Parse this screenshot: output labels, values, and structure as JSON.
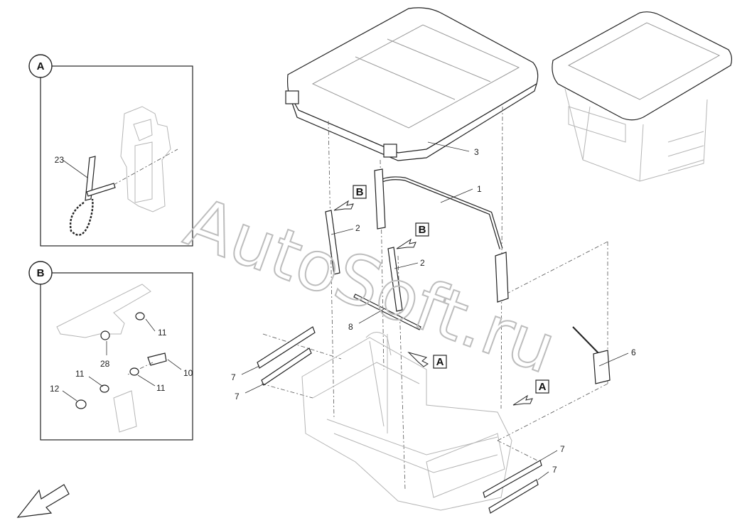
{
  "watermark": "AutoSoft.ru",
  "detail_a": {
    "letter": "A",
    "part_labels": [
      "23"
    ]
  },
  "detail_b": {
    "letter": "B",
    "part_labels": [
      "11",
      "28",
      "10",
      "11",
      "11",
      "12"
    ]
  },
  "callouts": {
    "b_upper": "B",
    "b_right": "B",
    "a_center": "A",
    "a_right": "A"
  },
  "part_numbers": {
    "roof": "3",
    "frame": "1",
    "strut_left": "2",
    "strut_right": "2",
    "rod": "8",
    "latch": "6",
    "plate_left_top": "7",
    "plate_left_bottom": "7",
    "plate_right_top": "7",
    "plate_right_bottom": "7"
  },
  "icons": [
    "direction-arrow-icon",
    "detail-callout-icon"
  ]
}
